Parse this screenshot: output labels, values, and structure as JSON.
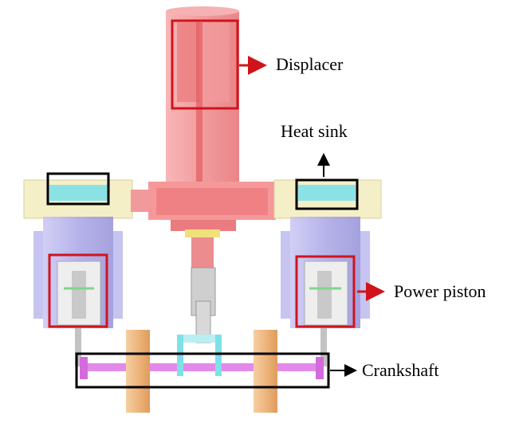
{
  "labels": {
    "displacer": "Displacer",
    "heat_sink": "Heat sink",
    "power_piston": "Power piston",
    "crankshaft": "Crankshaft"
  },
  "colors": {
    "highlight_red": "#d0141c",
    "highlight_black": "#000000",
    "displacer_pink": "#f08a8c",
    "cylinder_blue": "#a9a6e6",
    "heatsink_cyan": "#7fe0e8",
    "shaft_magenta": "#e07ce8",
    "flywheel_tan": "#f0b983",
    "base_cream": "#f5efc8"
  }
}
